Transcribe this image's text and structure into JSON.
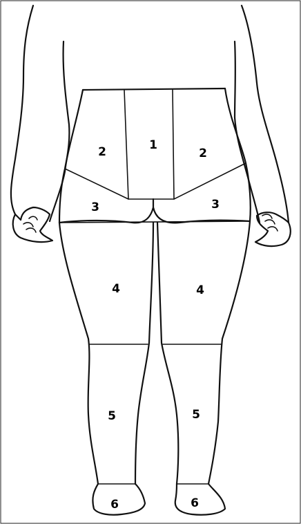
{
  "figure": {
    "colors": {
      "ink": "#111111",
      "background": "#ffffff"
    },
    "zone_labels": {
      "waist_center": "1",
      "waist_left": "2",
      "waist_right": "2",
      "buttock_left": "3",
      "buttock_right": "3",
      "thigh_left": "4",
      "thigh_right": "4",
      "calf_left": "5",
      "calf_right": "5",
      "foot_left": "6",
      "foot_right": "6"
    }
  }
}
